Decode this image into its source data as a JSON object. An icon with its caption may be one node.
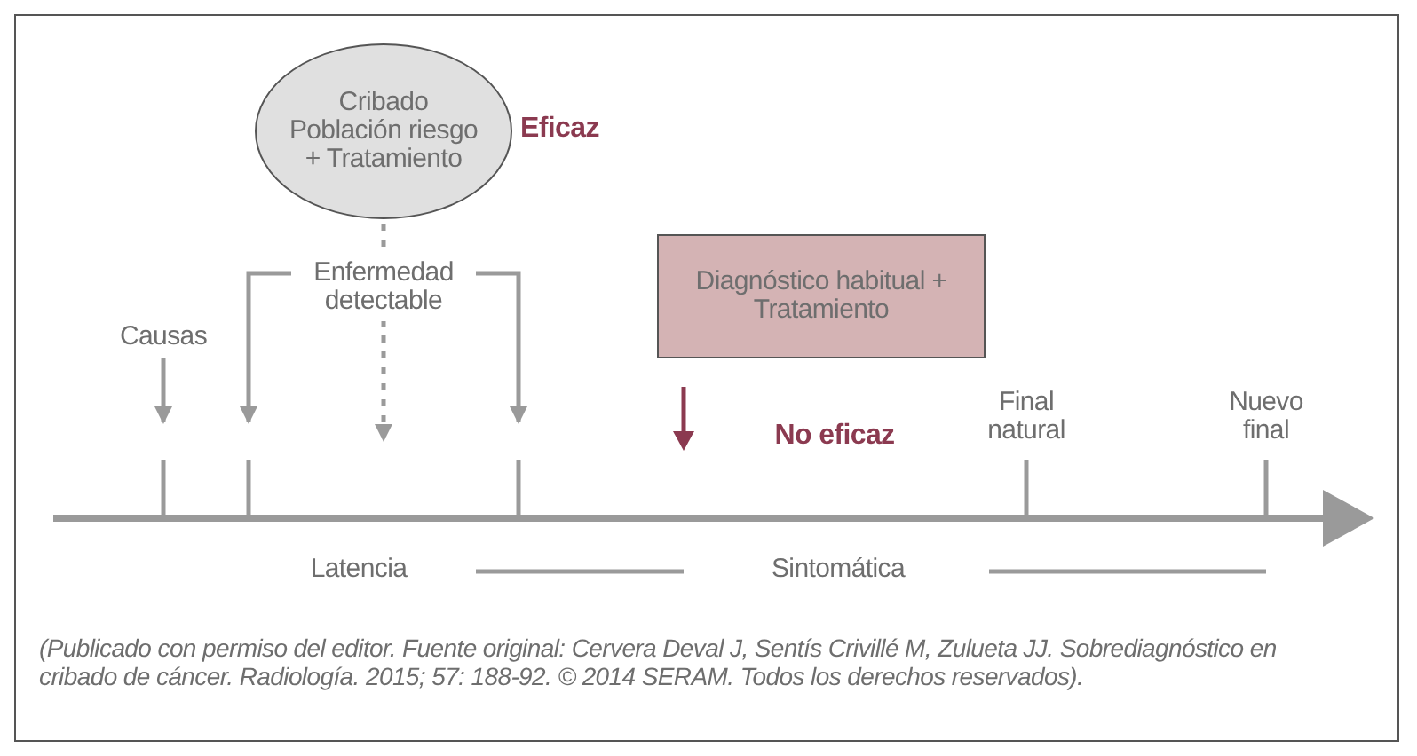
{
  "diagram": {
    "caption": "(Publicado con permiso del editor. Fuente original: Cervera Deval J, Sentís Crivillé M, Zulueta JJ. Sobrediagnóstico en cribado de cáncer. Radiología. 2015; 57: 188-92. © 2014 SERAM. Todos los derechos reservados).",
    "nodes": [
      {
        "text": [
          "Cribado Población riesgo + Tratamiento"
        ],
        "beside": [
          "Eficaz"
        ]
      },
      {
        "text": [
          "Enfermedad detectable"
        ]
      },
      {
        "text": [
          "Causas"
        ]
      },
      {
        "text": [
          "Diagnóstico habitual + Tratamiento"
        ]
      }
    ],
    "edges": [
      {
        "from": 0,
        "to": null,
        "arrow": "to",
        "style": "dashed"
      },
      {
        "from": 1,
        "to": null,
        "arrow": "to"
      },
      {
        "from": 1,
        "to": null,
        "arrow": "to"
      },
      {
        "from": 2,
        "to": null,
        "arrow": "to"
      }
    ],
    "labels": [
      "No eficaz",
      "Final natural",
      "Nuevo final",
      "Latencia",
      "Sintomática"
    ]
  }
}
